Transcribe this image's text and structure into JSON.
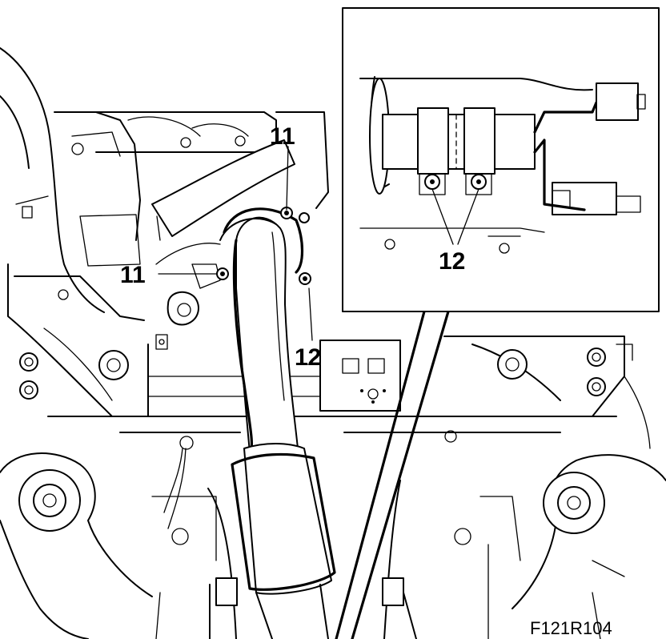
{
  "callouts": {
    "top_11": "11",
    "left_11": "11",
    "bottom_12": "12",
    "inset_12": "12"
  },
  "figure_id": "F121R104",
  "colors": {
    "line": "#000000",
    "background": "#ffffff"
  }
}
